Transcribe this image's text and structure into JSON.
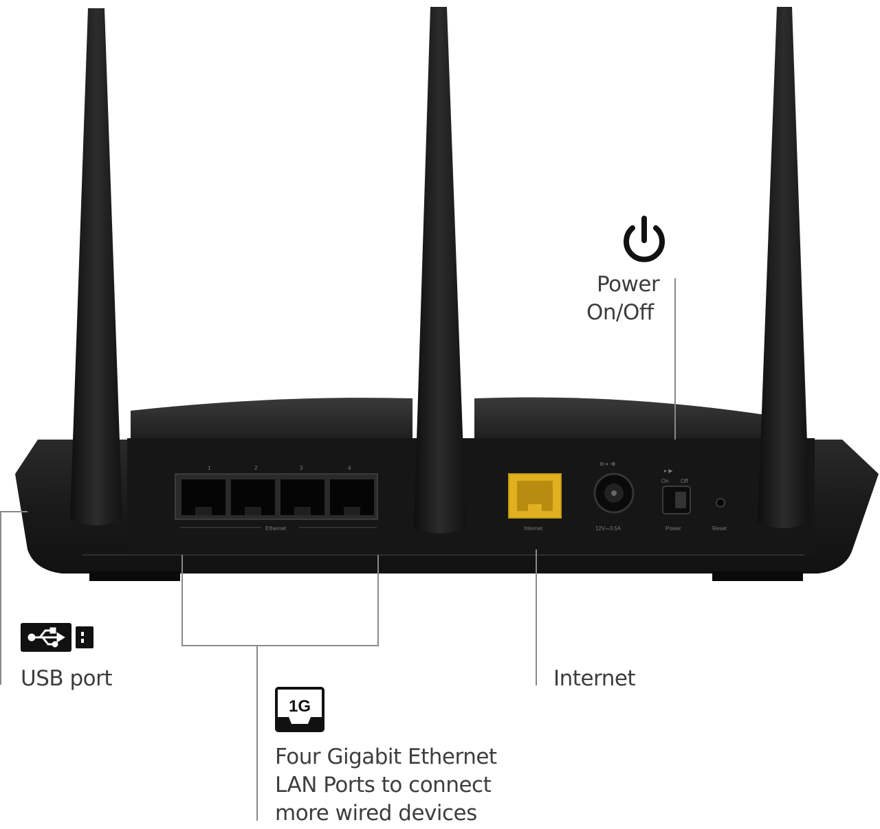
{
  "callouts": {
    "power": {
      "line1": "Power",
      "line2": "On/Off",
      "icon": "power-icon"
    },
    "usb": {
      "label": "USB port",
      "icon": "usb-icon"
    },
    "internet": {
      "label": "Internet"
    },
    "ethernet": {
      "badge": "1G",
      "badge_icon": "gigabit-ethernet-icon",
      "line1": "Four Gigabit Ethernet",
      "line2": "LAN Ports to connect",
      "line3": "more wired devices"
    }
  },
  "router_panel": {
    "lan_port_numbers": [
      "1",
      "2",
      "3",
      "4"
    ],
    "lan_group_label": "Ethernet",
    "wan_label": "Internet",
    "dc_label": "12V⎓3.5A",
    "power_button_label": "Power",
    "reset_label": "Reset",
    "switch_on": "On",
    "switch_off": "Off"
  },
  "colors": {
    "router_body": "#1b1b1b",
    "wan_port": "#e0b021",
    "text": "#3d3d3d",
    "callout_line": "#8a8a8a"
  }
}
